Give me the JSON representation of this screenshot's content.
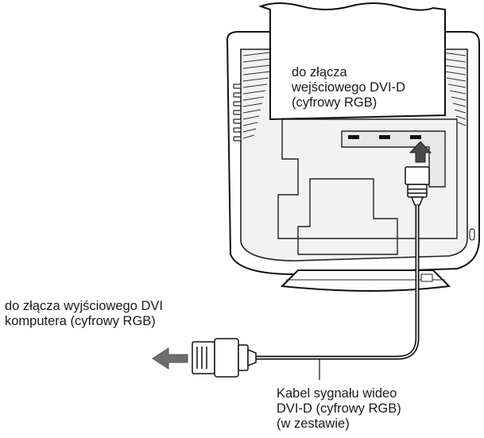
{
  "labels": {
    "monitor_input": [
      "do złącza",
      "wejściowego DVI-D",
      "(cyfrowy RGB)"
    ],
    "computer_output": [
      "do złącza wyjściowego DVI",
      "komputera (cyfrowy RGB)"
    ],
    "cable": [
      "Kabel sygnału wideo",
      "DVI-D (cyfrowy RGB)",
      "(w zestawie)"
    ]
  }
}
